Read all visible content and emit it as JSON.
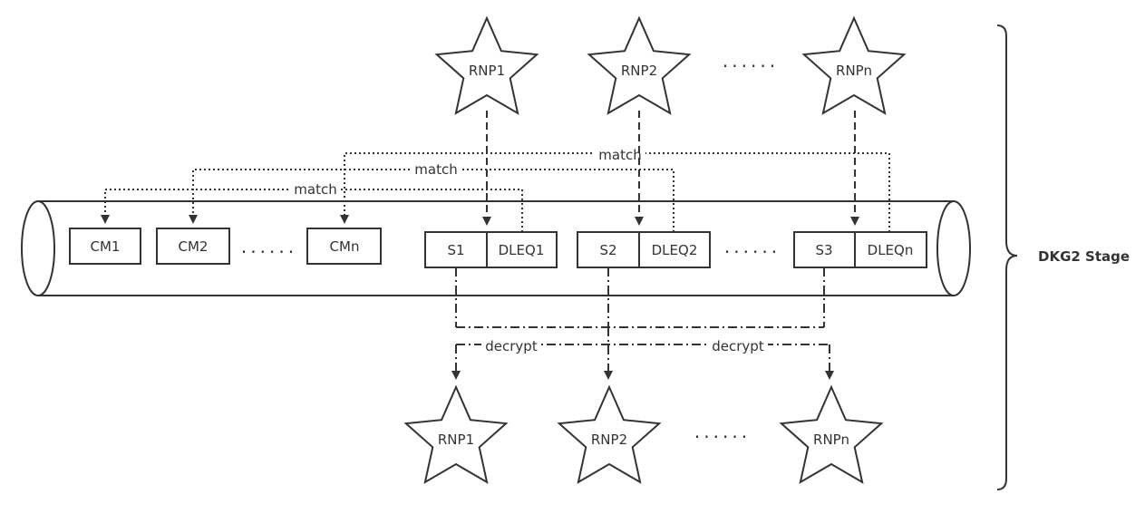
{
  "stage_label": "DKG2 Stage",
  "top_nodes": [
    "RNP1",
    "RNP2",
    "RNPn"
  ],
  "bottom_nodes": [
    "RNP1",
    "RNP2",
    "RNPn"
  ],
  "commitments": [
    "CM1",
    "CM2",
    "CMn"
  ],
  "shares": [
    {
      "share": "S1",
      "proof": "DLEQ1"
    },
    {
      "share": "S2",
      "proof": "DLEQ2"
    },
    {
      "share": "S3",
      "proof": "DLEQn"
    }
  ],
  "edge_labels": {
    "match_1": "match",
    "match_2": "match",
    "match_3": "match",
    "decrypt_1": "decrypt",
    "decrypt_2": "decrypt"
  },
  "ellipsis": "......",
  "colors": {
    "stroke": "#333333",
    "background": "#ffffff"
  }
}
